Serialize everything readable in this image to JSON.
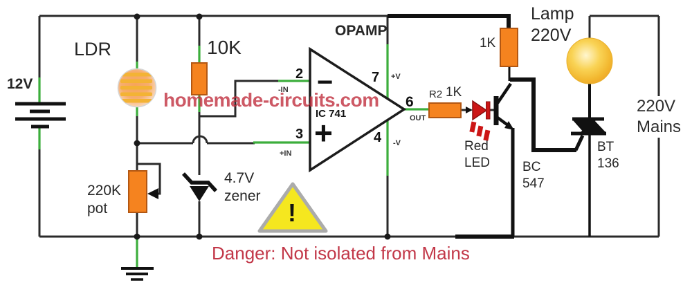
{
  "title": "LDR / IC 741 opamp 220V lamp driver schematic",
  "labels": {
    "supply": "12V",
    "ldr": "LDR",
    "r1": "10K",
    "pot_line1": "220K",
    "pot_line2": "pot",
    "zener_line1": "4.7V",
    "zener_line2": "zener",
    "opamp_title": "OPAMP",
    "ic_name": "IC 741",
    "pin2": "2",
    "pin3": "3",
    "pin4": "4",
    "pin6": "6",
    "pin7": "7",
    "inv_input": "-IN",
    "noninv_input": "+IN",
    "pos_supply": "+V",
    "neg_supply": "-V",
    "output": "OUT",
    "minus_sign": "−",
    "plus_sign": "+",
    "r2_ref": "R2",
    "r2_val": "1K",
    "rc_val": "1K",
    "led_line1": "Red",
    "led_line2": "LED",
    "bjt_line1": "BC",
    "bjt_line2": "547",
    "lamp_line1": "Lamp",
    "lamp_line2": "220V",
    "mains_line1": "220V",
    "mains_line2": "Mains",
    "triac_line1": "BT",
    "triac_line2": "136",
    "warning_mark": "!",
    "watermark": "homemade-circuits.com",
    "danger": "Danger: Not isolated from Mains"
  },
  "colors": {
    "wire_black": "#2a2a2a",
    "wire_thick": "#111111",
    "wire_green": "#3cae3c",
    "component_orange": "#f5831f",
    "led_red": "#cc1616",
    "warning_yellow": "#f5e71f",
    "lamp_yellow": "#f6c833",
    "danger_red": "#c23748",
    "watermark_red": "#c1303e"
  }
}
